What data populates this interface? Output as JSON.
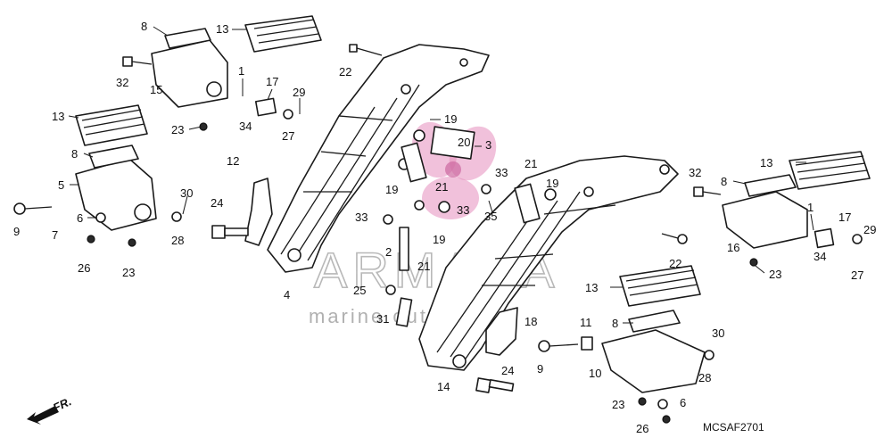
{
  "diagram": {
    "diagram_code": "MCSAF2701",
    "direction_label": "FR.",
    "watermark": {
      "brand": "ARMADA",
      "tagline": "marine outboards",
      "accent": "#e07ab0"
    },
    "part_numbers": {
      "p1a": "1",
      "p1b": "1",
      "p2": "2",
      "p3": "3",
      "p4": "4",
      "p5": "5",
      "p6a": "6",
      "p6b": "6",
      "p7": "7",
      "p8a": "8",
      "p8b": "8",
      "p8c": "8",
      "p8d": "8",
      "p9a": "9",
      "p9b": "9",
      "p10": "10",
      "p11": "11",
      "p12": "12",
      "p13a": "13",
      "p13b": "13",
      "p13c": "13",
      "p13d": "13",
      "p14": "14",
      "p15": "15",
      "p16": "16",
      "p17a": "17",
      "p17b": "17",
      "p18": "18",
      "p19a": "19",
      "p19b": "19",
      "p19c": "19",
      "p19d": "19",
      "p20": "20",
      "p21a": "21",
      "p21b": "21",
      "p21c": "21",
      "p22a": "22",
      "p22b": "22",
      "p23a": "23",
      "p23b": "23",
      "p23c": "23",
      "p23d": "23",
      "p24a": "24",
      "p24b": "24",
      "p25": "25",
      "p26a": "26",
      "p26b": "26",
      "p27a": "27",
      "p27b": "27",
      "p28a": "28",
      "p28b": "28",
      "p29a": "29",
      "p29b": "29",
      "p30a": "30",
      "p30b": "30",
      "p31": "31",
      "p32a": "32",
      "p32b": "32",
      "p33a": "33",
      "p33b": "33",
      "p33c": "33",
      "p34a": "34",
      "p34b": "34",
      "p35": "35"
    }
  }
}
